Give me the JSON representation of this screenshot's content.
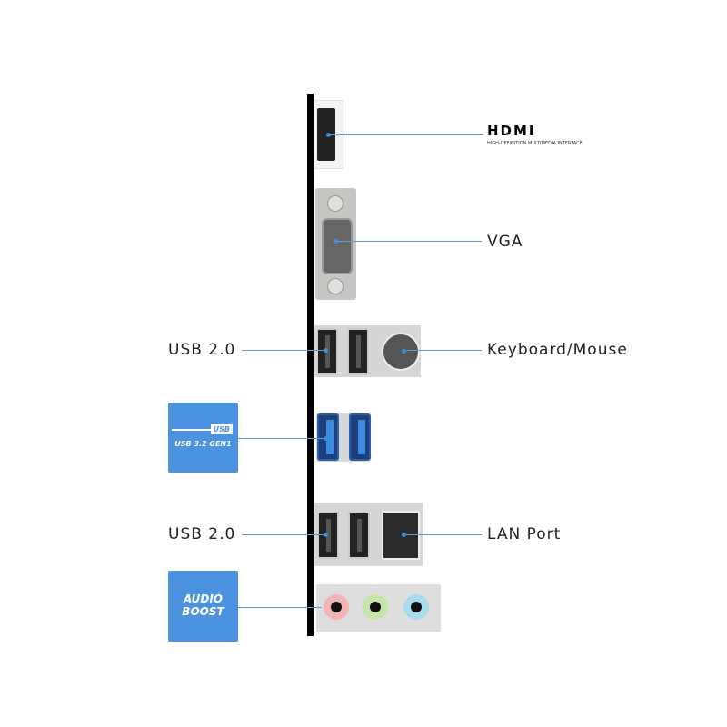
{
  "labels": {
    "hdmi": "HDMI",
    "hdmi_tagline": "HIGH-DEFINITION MULTIMEDIA INTERFACE",
    "vga": "VGA",
    "usb2_top": "USB 2.0",
    "keyboard_mouse": "Keyboard/Mouse",
    "usb2_bottom": "USB 2.0",
    "lan": "LAN Port"
  },
  "badges": {
    "usb3_top": "USB",
    "usb3_bottom": "USB 3.2 GEN1",
    "audio_line1": "AUDIO",
    "audio_line2": "BOOST"
  },
  "colors": {
    "badge": "#4b93e0",
    "audio_pink": "#f2b4b4",
    "audio_green": "#c5e8a8",
    "audio_blue": "#a8dcee"
  }
}
